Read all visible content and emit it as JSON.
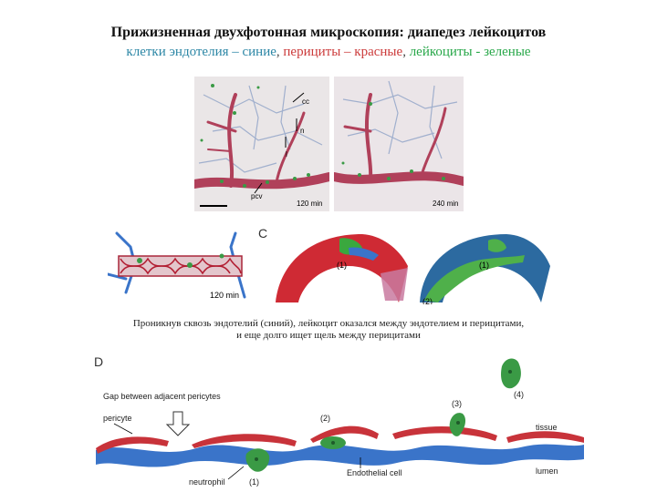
{
  "title": "Прижизненная двухфотонная микроскопия: диапедез лейкоцитов",
  "subtitle": {
    "blue": "клетки эндотелия – синие",
    "sep1": ", ",
    "red": "перициты – красные",
    "sep2": ", ",
    "green": "лейкоциты - зеленые"
  },
  "panel_a": {
    "labels": {
      "cc": "cc",
      "n": "n",
      "l": "l",
      "pcv": "pcv"
    },
    "time_left": "120 min",
    "time_right": "240 min"
  },
  "panel_b": {
    "time": "120 min"
  },
  "panel_c": {
    "letter": "C",
    "label1": "(1)",
    "label2": "(1)",
    "label3": "(2)"
  },
  "caption": {
    "line1": "Проникнув сквозь эндотелий (синий), лейкоцит оказался между эндотелием и перицитами,",
    "line2": "и еще долго ищет щель между перицитами"
  },
  "panel_d": {
    "letter": "D",
    "gap_label": "Gap between adjacent pericytes",
    "pericyte": "pericyte",
    "tissue": "tissue",
    "lumen": "lumen",
    "neutrophil": "neutrophil",
    "endothelial": "Endothelial cell",
    "step1": "(1)",
    "step2": "(2)",
    "step3": "(3)",
    "step4": "(4)"
  },
  "colors": {
    "endothelium": "#3a74c9",
    "pericyte": "#c8333a",
    "leukocyte": "#3a9a45"
  }
}
